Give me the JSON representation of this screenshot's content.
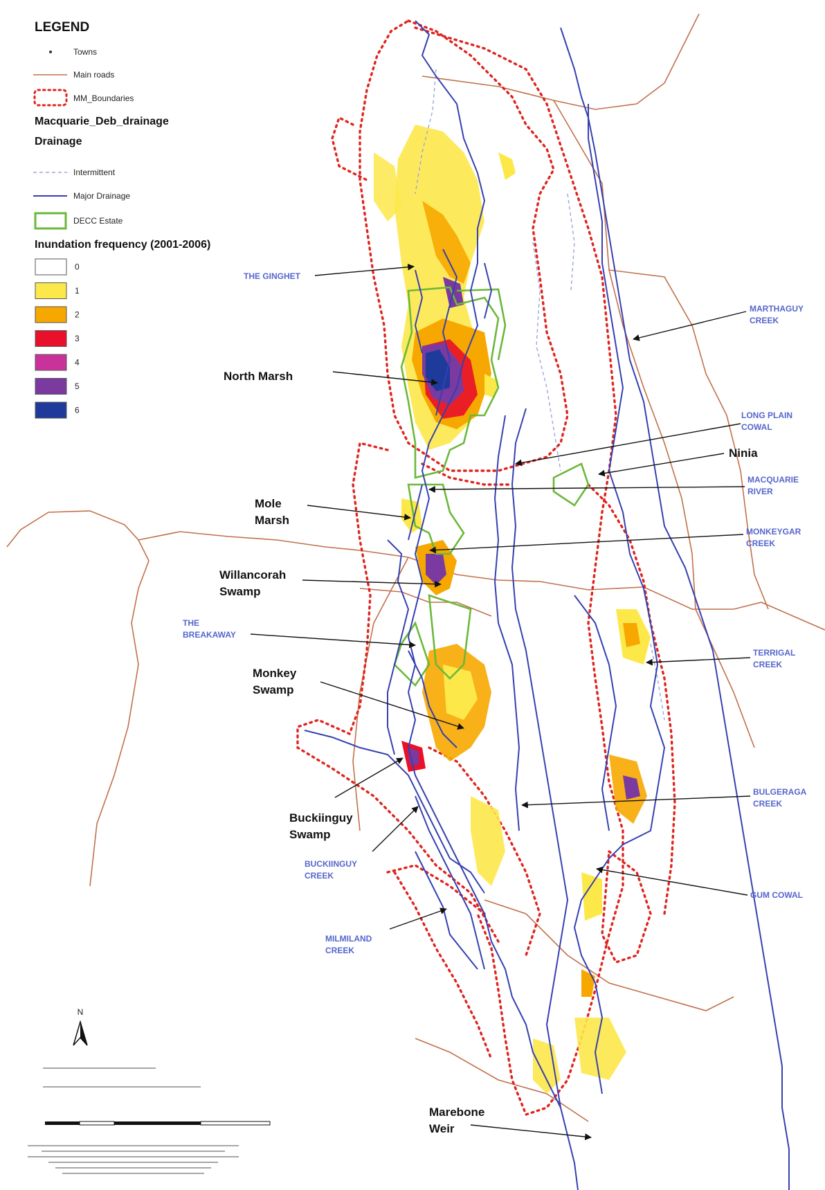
{
  "legend": {
    "title": "LEGEND",
    "items": [
      {
        "label": "Towns"
      },
      {
        "label": "Main roads"
      },
      {
        "label": "MM_Boundaries"
      }
    ],
    "layer_title": "Macquarie_Deb_drainage",
    "drainage_title": "Drainage",
    "drainage_items": [
      {
        "label": "Intermittent"
      },
      {
        "label": "Major Drainage"
      },
      {
        "label": "DECC Estate"
      }
    ],
    "inundation_title": "Inundation frequency (2001-2006)",
    "inundation_classes": [
      {
        "label": "0",
        "color": "#ffffff"
      },
      {
        "label": "1",
        "color": "#fde84a"
      },
      {
        "label": "2",
        "color": "#f7a800"
      },
      {
        "label": "3",
        "color": "#e8102a"
      },
      {
        "label": "4",
        "color": "#c9329a"
      },
      {
        "label": "5",
        "color": "#7a3aa0"
      },
      {
        "label": "6",
        "color": "#1e3b9c"
      }
    ]
  },
  "colors": {
    "road": "#c0704a",
    "boundary": "#e0241e",
    "drainage": "#3540b0",
    "intermittent": "#9aa6dd",
    "decc_estate": "#6bb83a",
    "black_label": "#111111",
    "blue_label": "#5566cc"
  },
  "place_labels": {
    "north_marsh": "North Marsh",
    "mole_marsh": [
      "Mole",
      "Marsh"
    ],
    "willancorah": [
      "Willancorah",
      "Swamp"
    ],
    "monkey_swamp": [
      "Monkey",
      "Swamp"
    ],
    "buckiinguy_swamp": [
      "Buckiinguy",
      "Swamp"
    ],
    "ninia": "Ninia",
    "marebone_weir": [
      "Marebone",
      "Weir"
    ]
  },
  "waterway_labels": {
    "the_ginghet": "THE GINGHET",
    "marthaguy": [
      "MARTHAGUY",
      "CREEK"
    ],
    "long_plain": [
      "LONG PLAIN",
      "COWAL"
    ],
    "macquarie_river": [
      "MACQUARIE",
      "RIVER"
    ],
    "monkeygar": [
      "MONKEYGAR",
      "CREEK"
    ],
    "the_breakaway": [
      "THE",
      "BREAKAWAY"
    ],
    "terrigal": [
      "TERRIGAL",
      "CREEK"
    ],
    "bulgeraga": [
      "BULGERAGA",
      "CREEK"
    ],
    "gum_cowal": "GUM COWAL",
    "buckiinguy_creek": [
      "BUCKIINGUY",
      "CREEK"
    ],
    "milmiland": [
      "MILMILAND",
      "CREEK"
    ]
  },
  "north_arrow": {
    "label": "N"
  }
}
